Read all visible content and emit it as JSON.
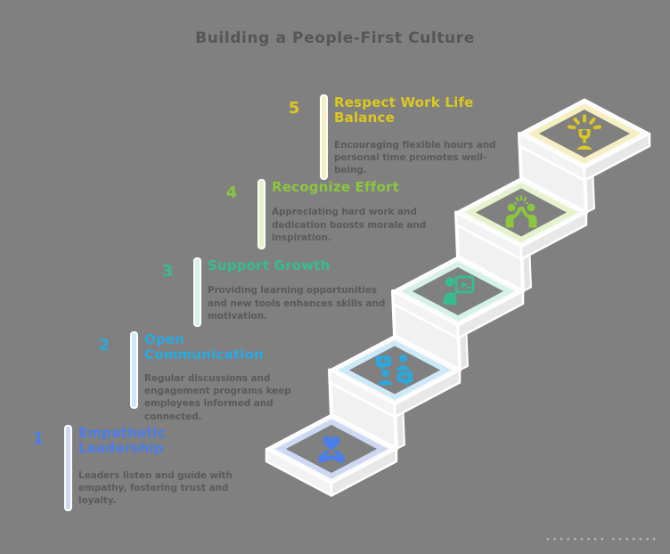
{
  "title": "Building a People-First Culture",
  "background_color": "#808080",
  "text_color": "#5a5a5a",
  "watermark": "∙∙∙∙∙∙∙∙∙ ∙∙∙∙∙∙∙",
  "steps": [
    {
      "number": "1",
      "title": "Empathetic Leadership",
      "description": "Leaders listen and guide with empathy, fostering trust and loyalty.",
      "color": "#4a7ee9",
      "pale_color": "#cdd9f2",
      "icon": "hands-holding-heart"
    },
    {
      "number": "2",
      "title": "Open Communication",
      "description": "Regular discussions and engagement programs keep employees informed and connected.",
      "color": "#2aa9e0",
      "pale_color": "#cde9f8",
      "icon": "people-chat"
    },
    {
      "number": "3",
      "title": "Support Growth",
      "description": "Providing learning opportunities and new tools enhances skills and motivation.",
      "color": "#36bd8e",
      "pale_color": "#d6f2e6",
      "icon": "trainer-board"
    },
    {
      "number": "4",
      "title": "Recognize Effort",
      "description": "Appreciating hard work and dedication boosts morale and inspiration.",
      "color": "#8cc63f",
      "pale_color": "#e4f3cb",
      "icon": "high-five"
    },
    {
      "number": "5",
      "title": "Respect Work Life Balance",
      "description": "Encouraging flexible hours and personal time promotes well-being.",
      "color": "#dcc81f",
      "pale_color": "#f6efc2",
      "icon": "wellbeing-rays"
    }
  ]
}
